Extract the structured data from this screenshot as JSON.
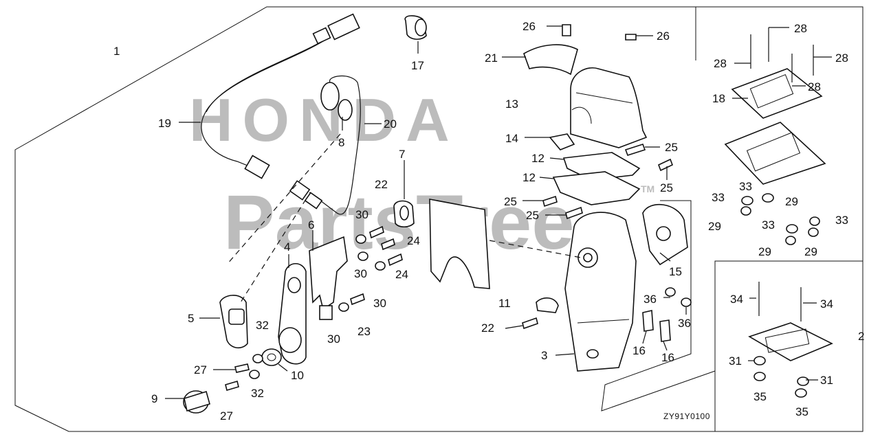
{
  "watermark": {
    "top_text": "HONDA",
    "bottom_text": "PartsTree",
    "tm": "TM"
  },
  "diagram_code": "ZY91Y0100",
  "callouts": [
    {
      "id": "c1",
      "text": "1"
    },
    {
      "id": "c2",
      "text": "2"
    },
    {
      "id": "c3",
      "text": "3"
    },
    {
      "id": "c4",
      "text": "4"
    },
    {
      "id": "c5",
      "text": "5"
    },
    {
      "id": "c6",
      "text": "6"
    },
    {
      "id": "c7",
      "text": "7"
    },
    {
      "id": "c8",
      "text": "8"
    },
    {
      "id": "c9",
      "text": "9"
    },
    {
      "id": "c10",
      "text": "10"
    },
    {
      "id": "c11",
      "text": "11"
    },
    {
      "id": "c12a",
      "text": "12"
    },
    {
      "id": "c12b",
      "text": "12"
    },
    {
      "id": "c13",
      "text": "13"
    },
    {
      "id": "c14",
      "text": "14"
    },
    {
      "id": "c15",
      "text": "15"
    },
    {
      "id": "c16a",
      "text": "16"
    },
    {
      "id": "c16b",
      "text": "16"
    },
    {
      "id": "c17",
      "text": "17"
    },
    {
      "id": "c18",
      "text": "18"
    },
    {
      "id": "c19",
      "text": "19"
    },
    {
      "id": "c20",
      "text": "20"
    },
    {
      "id": "c21",
      "text": "21"
    },
    {
      "id": "c22a",
      "text": "22"
    },
    {
      "id": "c22b",
      "text": "22"
    },
    {
      "id": "c23",
      "text": "23"
    },
    {
      "id": "c24a",
      "text": "24"
    },
    {
      "id": "c24b",
      "text": "24"
    },
    {
      "id": "c25a",
      "text": "25"
    },
    {
      "id": "c25b",
      "text": "25"
    },
    {
      "id": "c25c",
      "text": "25"
    },
    {
      "id": "c25d",
      "text": "25"
    },
    {
      "id": "c26a",
      "text": "26"
    },
    {
      "id": "c26b",
      "text": "26"
    },
    {
      "id": "c27a",
      "text": "27"
    },
    {
      "id": "c27b",
      "text": "27"
    },
    {
      "id": "c28a",
      "text": "28"
    },
    {
      "id": "c28b",
      "text": "28"
    },
    {
      "id": "c28c",
      "text": "28"
    },
    {
      "id": "c28d",
      "text": "28"
    },
    {
      "id": "c29a",
      "text": "29"
    },
    {
      "id": "c29b",
      "text": "29"
    },
    {
      "id": "c29c",
      "text": "29"
    },
    {
      "id": "c29d",
      "text": "29"
    },
    {
      "id": "c30a",
      "text": "30"
    },
    {
      "id": "c30b",
      "text": "30"
    },
    {
      "id": "c30c",
      "text": "30"
    },
    {
      "id": "c30d",
      "text": "30"
    },
    {
      "id": "c31a",
      "text": "31"
    },
    {
      "id": "c31b",
      "text": "31"
    },
    {
      "id": "c32a",
      "text": "32"
    },
    {
      "id": "c32b",
      "text": "32"
    },
    {
      "id": "c33a",
      "text": "33"
    },
    {
      "id": "c33b",
      "text": "33"
    },
    {
      "id": "c33c",
      "text": "33"
    },
    {
      "id": "c33d",
      "text": "33"
    },
    {
      "id": "c34a",
      "text": "34"
    },
    {
      "id": "c34b",
      "text": "34"
    },
    {
      "id": "c35a",
      "text": "35"
    },
    {
      "id": "c35b",
      "text": "35"
    },
    {
      "id": "c36a",
      "text": "36"
    },
    {
      "id": "c36b",
      "text": "36"
    }
  ]
}
